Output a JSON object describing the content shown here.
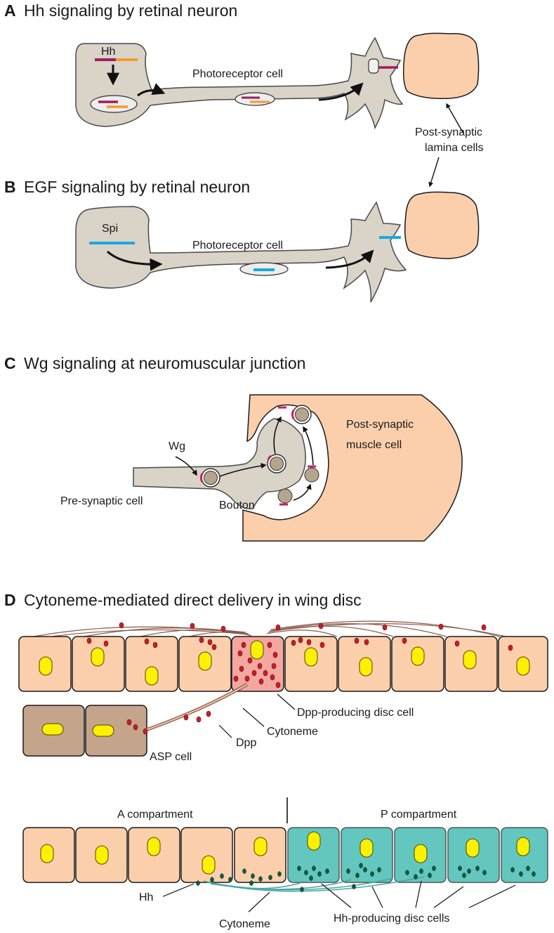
{
  "panels": {
    "a": {
      "letter": "A",
      "title": "Hh signaling by retinal neuron",
      "ligand": "Hh",
      "cell": "Photoreceptor cell"
    },
    "b": {
      "letter": "B",
      "title": "EGF signaling by retinal neuron",
      "ligand": "Spi",
      "cell": "Photoreceptor cell"
    },
    "shared": {
      "postsynaptic": "Post-synaptic",
      "lamina": "lamina  cells"
    },
    "c": {
      "letter": "C",
      "title": "Wg signaling at neuromuscular junction",
      "ligand": "Wg",
      "post1": "Post-synaptic",
      "post2": "muscle cell",
      "pre": "Pre-synaptic cell",
      "bouton": "Bouton"
    },
    "d": {
      "letter": "D",
      "title": "Cytoneme-mediated direct delivery in wing disc",
      "dpp_cell": "Dpp-producing disc cell",
      "cytoneme": "Cytoneme",
      "dpp": "Dpp",
      "asp": "ASP cell",
      "a_comp": "A compartment",
      "p_comp": "P compartment",
      "hh": "Hh",
      "cytoneme2": "Cytoneme",
      "hh_cells": "Hh-producing disc cells"
    }
  },
  "colors": {
    "neuron": "#d9d3c8",
    "target_cell": "#fccfac",
    "dpp_cell": "#f4a79f",
    "asp_cell": "#c4a58c",
    "hh_cell": "#63c7c0",
    "nucleus": "#fdf000",
    "hh_ligand": "#9c1f5e",
    "hh_partner": "#f59a2b",
    "spi_ligand": "#1ba8e0",
    "dpp_dot": "#c81e28",
    "hh_dot": "#0d5a3c"
  }
}
